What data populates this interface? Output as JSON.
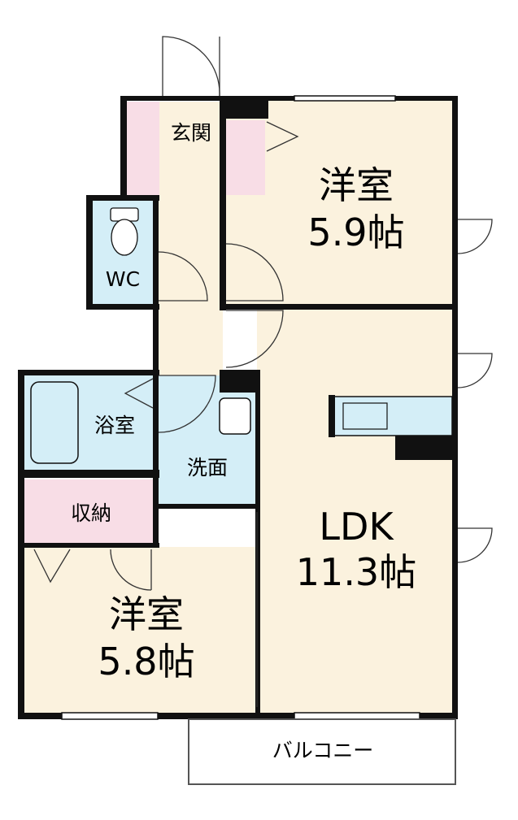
{
  "rooms": {
    "bedroom_1": {
      "name": "洋室",
      "size": "5.9帖"
    },
    "bedroom_2": {
      "name": "洋室",
      "size": "5.8帖"
    },
    "ldk": {
      "name": "LDK",
      "size": "11.3帖"
    },
    "genkan": "玄関",
    "wc": "WC",
    "bath": "浴室",
    "washroom": "洗面",
    "storage": "収納",
    "balcony": "バルコニー"
  },
  "colors": {
    "floor": "#FBF2DE",
    "wet": "#D4EEF7",
    "storage": "#F8DDE6",
    "wall": "#111111"
  }
}
